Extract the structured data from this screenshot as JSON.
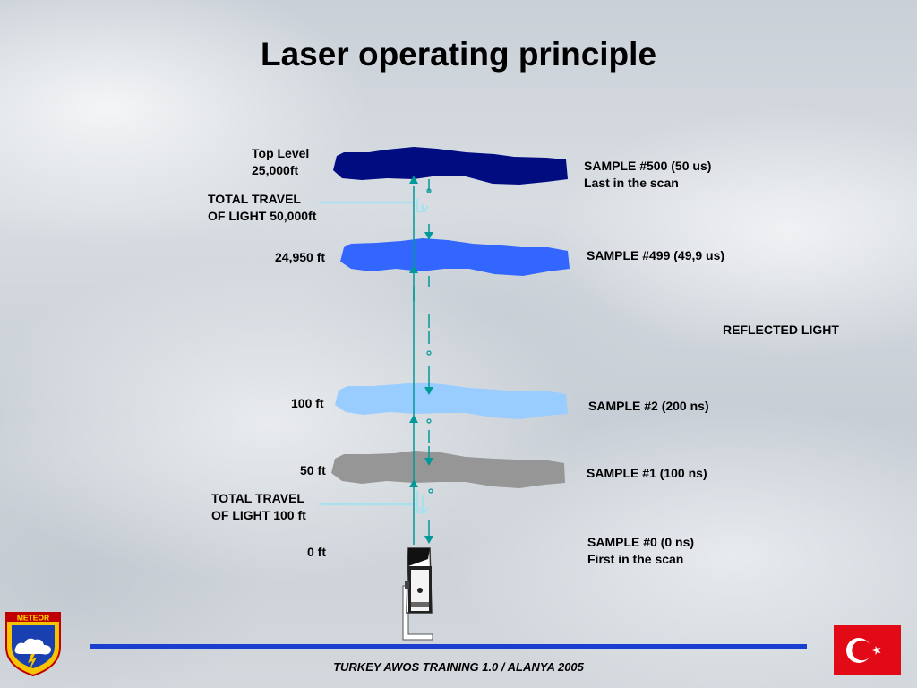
{
  "title": "Laser operating principle",
  "footer": "TURKEY AWOS TRAINING 1.0 / ALANYA 2005",
  "labels": {
    "top_level": "Top Level",
    "top_level_ft": "25,000ft",
    "total_travel_1": "TOTAL TRAVEL",
    "total_travel_1b": "OF LIGHT 50,000ft",
    "alt_24950": "24,950 ft",
    "alt_100": "100 ft",
    "alt_50": "50 ft",
    "total_travel_2": "TOTAL TRAVEL",
    "total_travel_2b": "OF LIGHT 100 ft",
    "alt_0": "0 ft",
    "reflected_light": "REFLECTED LIGHT"
  },
  "samples": {
    "s500_a": "SAMPLE #500 (50 us)",
    "s500_b": "Last in the scan",
    "s499": "SAMPLE #499 (49,9 us)",
    "s2": "SAMPLE #2 (200 ns)",
    "s1": "SAMPLE #1 (100 ns)",
    "s0_a": "SAMPLE #0 (0 ns)",
    "s0_b": "First in the scan"
  },
  "logo_text": "METEOR",
  "colors": {
    "cloud_top": "#000c80",
    "cloud_499": "#3366ff",
    "cloud_100": "#99ccff",
    "cloud_50": "#969696",
    "beam": "#009999",
    "footer_bar": "#1a3fd0",
    "flag_red": "#e30a17"
  }
}
